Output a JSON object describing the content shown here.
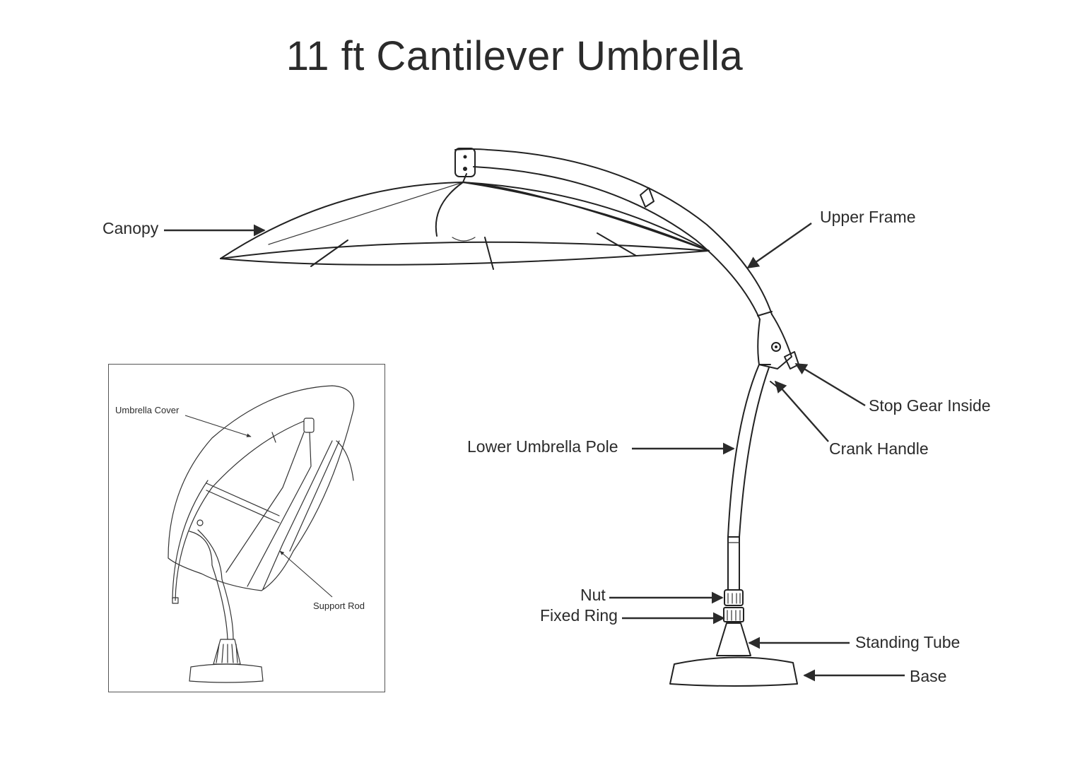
{
  "title": "11 ft Cantilever Umbrella",
  "labels": {
    "canopy": "Canopy",
    "upper_frame": "Upper Frame",
    "stop_gear_inside": "Stop Gear Inside",
    "crank_handle": "Crank Handle",
    "lower_umbrella_pole": "Lower Umbrella Pole",
    "nut": "Nut",
    "fixed_ring": "Fixed Ring",
    "standing_tube": "Standing Tube",
    "base": "Base"
  },
  "inset": {
    "umbrella_cover": "Umbrella Cover",
    "support_rod": "Support Rod"
  }
}
